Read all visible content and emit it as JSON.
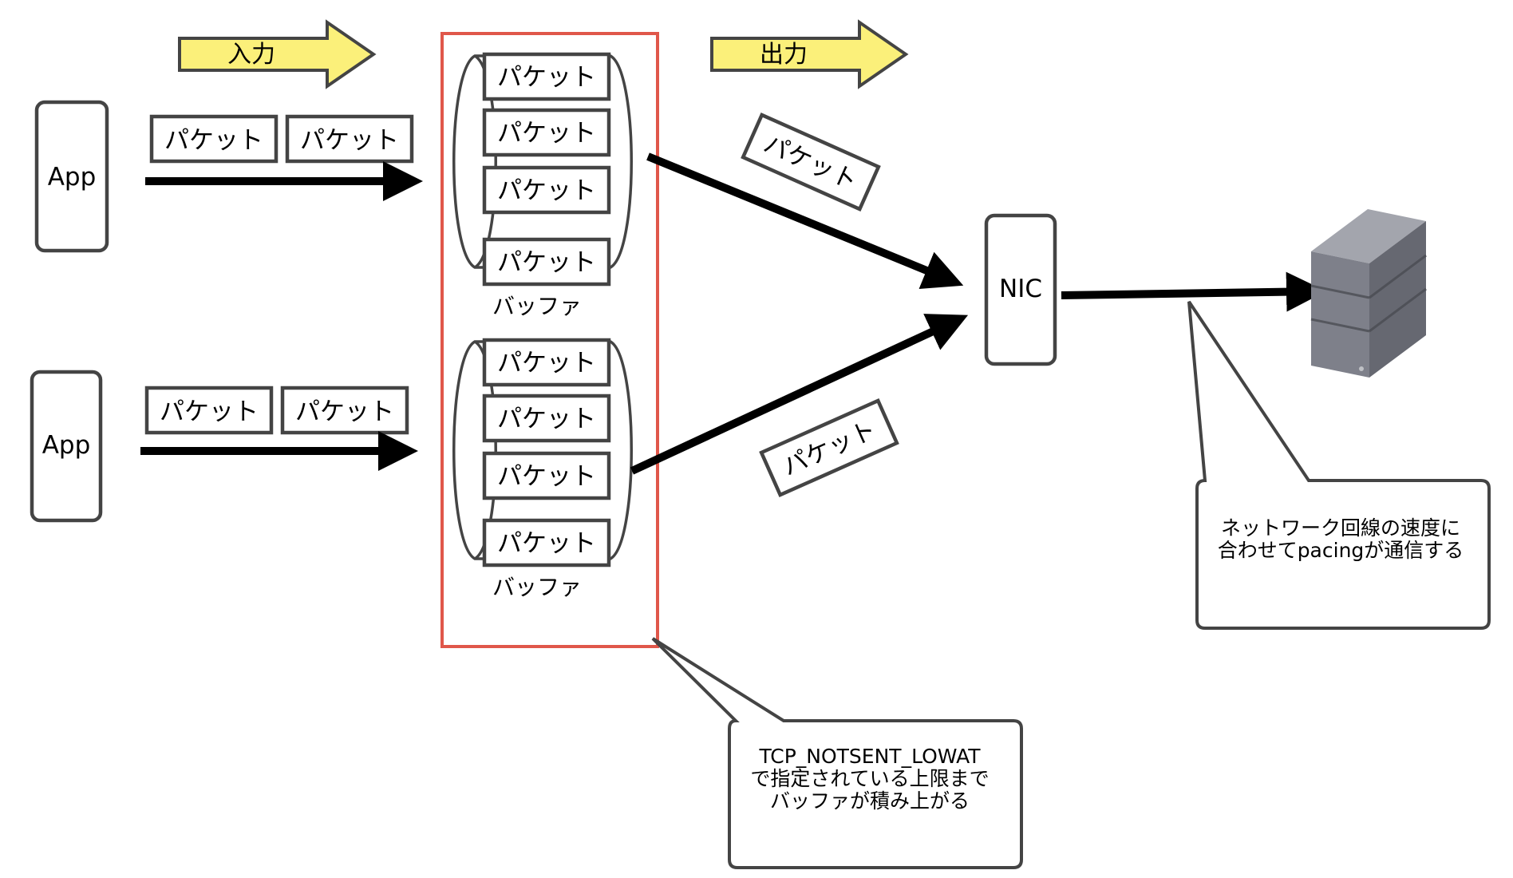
{
  "arrows": {
    "input_label": "入力",
    "output_label": "出力"
  },
  "apps": [
    {
      "label": "App",
      "packets": [
        "パケット",
        "パケット"
      ]
    },
    {
      "label": "App",
      "packets": [
        "パケット",
        "パケット"
      ]
    }
  ],
  "buffers": [
    {
      "label": "バッファ",
      "packets": [
        "パケット",
        "パケット",
        "パケット",
        "パケット"
      ]
    },
    {
      "label": "バッファ",
      "packets": [
        "パケット",
        "パケット",
        "パケット",
        "パケット"
      ]
    }
  ],
  "in_flight_packets": [
    "パケット",
    "パケット"
  ],
  "nic": {
    "label": "NIC"
  },
  "callouts": {
    "buffer_note": [
      "TCP_NOTSENT_LOWAT",
      "で指定されている上限まで",
      "バッファが積み上がる"
    ],
    "pacing_note": [
      "ネットワーク回線の速度に",
      "合わせてpacingが通信する"
    ]
  },
  "colors": {
    "block_arrow_fill": "#fbf07a",
    "highlight_border": "#e0574a",
    "server_body": "#7e808a"
  }
}
